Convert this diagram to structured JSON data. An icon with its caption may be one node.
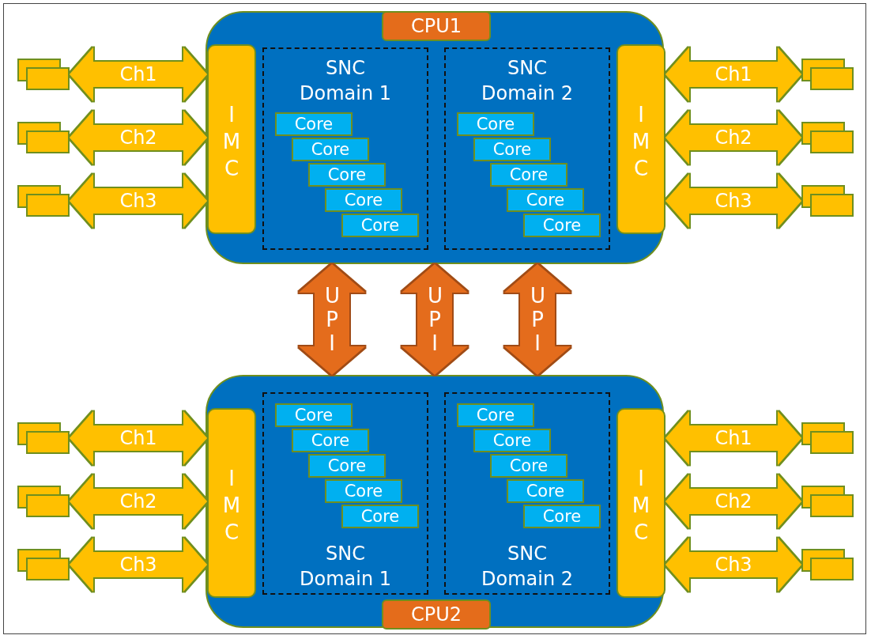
{
  "diagram": {
    "nodes": [
      {
        "text": [
          "CPU1"
        ]
      },
      {
        "text": [
          "IMC"
        ],
        "in": 0
      },
      {
        "text": [
          "SNC Domain 1"
        ],
        "in": 0
      },
      {
        "text": [
          "Core"
        ],
        "in": 2
      },
      {
        "text": [
          "Core"
        ],
        "in": 2
      },
      {
        "text": [
          "Core"
        ],
        "in": 2
      },
      {
        "text": [
          "Core"
        ],
        "in": 2
      },
      {
        "text": [
          "Core"
        ],
        "in": 2
      },
      {
        "text": [
          "SNC Domain 2"
        ],
        "in": 0
      },
      {
        "text": [
          "Core"
        ],
        "in": 8
      },
      {
        "text": [
          "Core"
        ],
        "in": 8
      },
      {
        "text": [
          "Core"
        ],
        "in": 8
      },
      {
        "text": [
          "Core"
        ],
        "in": 8
      },
      {
        "text": [
          "Core"
        ],
        "in": 8
      },
      {
        "text": [
          "IMC"
        ],
        "in": 0
      },
      {
        "text": [],
        "shape": "box"
      },
      {
        "text": [],
        "shape": "box"
      },
      {
        "text": [],
        "shape": "box"
      },
      {
        "text": [],
        "shape": "box"
      },
      {
        "text": [],
        "shape": "box"
      },
      {
        "text": [],
        "shape": "box"
      },
      {
        "text": [
          "CPU2"
        ]
      },
      {
        "text": [
          "IMC"
        ],
        "in": 21
      },
      {
        "text": [
          "SNC Domain 1"
        ],
        "in": 21
      },
      {
        "text": [
          "Core"
        ],
        "in": 23
      },
      {
        "text": [
          "Core"
        ],
        "in": 23
      },
      {
        "text": [
          "Core"
        ],
        "in": 23
      },
      {
        "text": [
          "Core"
        ],
        "in": 23
      },
      {
        "text": [
          "Core"
        ],
        "in": 23
      },
      {
        "text": [
          "SNC Domain 2"
        ],
        "in": 21
      },
      {
        "text": [
          "Core"
        ],
        "in": 29
      },
      {
        "text": [
          "Core"
        ],
        "in": 29
      },
      {
        "text": [
          "Core"
        ],
        "in": 29
      },
      {
        "text": [
          "Core"
        ],
        "in": 29
      },
      {
        "text": [
          "Core"
        ],
        "in": 29
      },
      {
        "text": [
          "IMC"
        ],
        "in": 21
      },
      {
        "text": [],
        "shape": "box"
      },
      {
        "text": [],
        "shape": "box"
      },
      {
        "text": [],
        "shape": "box"
      },
      {
        "text": [],
        "shape": "box"
      },
      {
        "text": [],
        "shape": "box"
      },
      {
        "text": [],
        "shape": "box"
      }
    ],
    "edges": [
      {
        "from": 15,
        "to": 1,
        "arrow": "both",
        "label": "Ch1"
      },
      {
        "from": 16,
        "to": 1,
        "arrow": "both",
        "label": "Ch2"
      },
      {
        "from": 17,
        "to": 1,
        "arrow": "both",
        "label": "Ch3"
      },
      {
        "from": 14,
        "to": 18,
        "arrow": "both",
        "label": "Ch1"
      },
      {
        "from": 14,
        "to": 19,
        "arrow": "both",
        "label": "Ch2"
      },
      {
        "from": 14,
        "to": 20,
        "arrow": "both",
        "label": "Ch3"
      },
      {
        "from": 0,
        "to": 21,
        "arrow": "both",
        "label": "UPI",
        "color": "#e46c1b"
      },
      {
        "from": 0,
        "to": 21,
        "arrow": "both",
        "label": "UPI",
        "color": "#e46c1b"
      },
      {
        "from": 0,
        "to": 21,
        "arrow": "both",
        "label": "UPI",
        "color": "#e46c1b"
      },
      {
        "from": 36,
        "to": 22,
        "arrow": "both",
        "label": "Ch1"
      },
      {
        "from": 37,
        "to": 22,
        "arrow": "both",
        "label": "Ch2"
      },
      {
        "from": 38,
        "to": 22,
        "arrow": "both",
        "label": "Ch3"
      },
      {
        "from": 35,
        "to": 39,
        "arrow": "both",
        "label": "Ch1"
      },
      {
        "from": 35,
        "to": 40,
        "arrow": "both",
        "label": "Ch2"
      },
      {
        "from": 35,
        "to": 41,
        "arrow": "both",
        "label": "Ch3"
      }
    ]
  }
}
